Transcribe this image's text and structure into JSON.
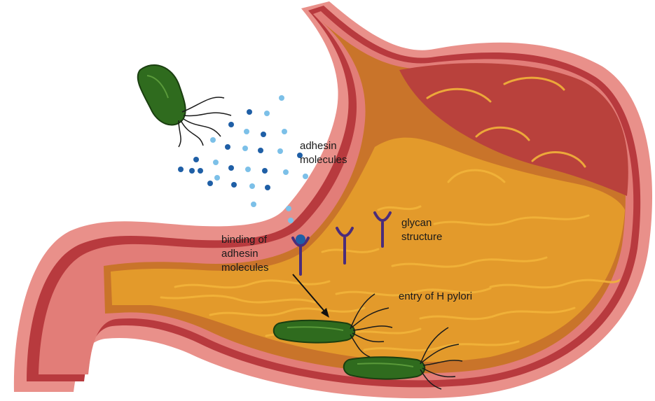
{
  "labels": {
    "adhesin_line1": "adhesin",
    "adhesin_line2": "molecules",
    "binding_line1": "binding of",
    "binding_line2": "adhesin",
    "binding_line3": "molecules",
    "glycan_line1": "glycan",
    "glycan_line2": "structure",
    "entry": "entry of H pylori"
  },
  "colors": {
    "stomach_outer": "#e9908a",
    "stomach_wall": "#b83a3e",
    "stomach_interior": "#c9742a",
    "gastric_fluid": "#e39a2b",
    "fold_highlight": "#f2b43a",
    "bacterium": "#2f6b1e",
    "molecule_dark": "#1f5fa6",
    "molecule_light": "#7cc0e8",
    "receptor": "#4b2c7a"
  }
}
